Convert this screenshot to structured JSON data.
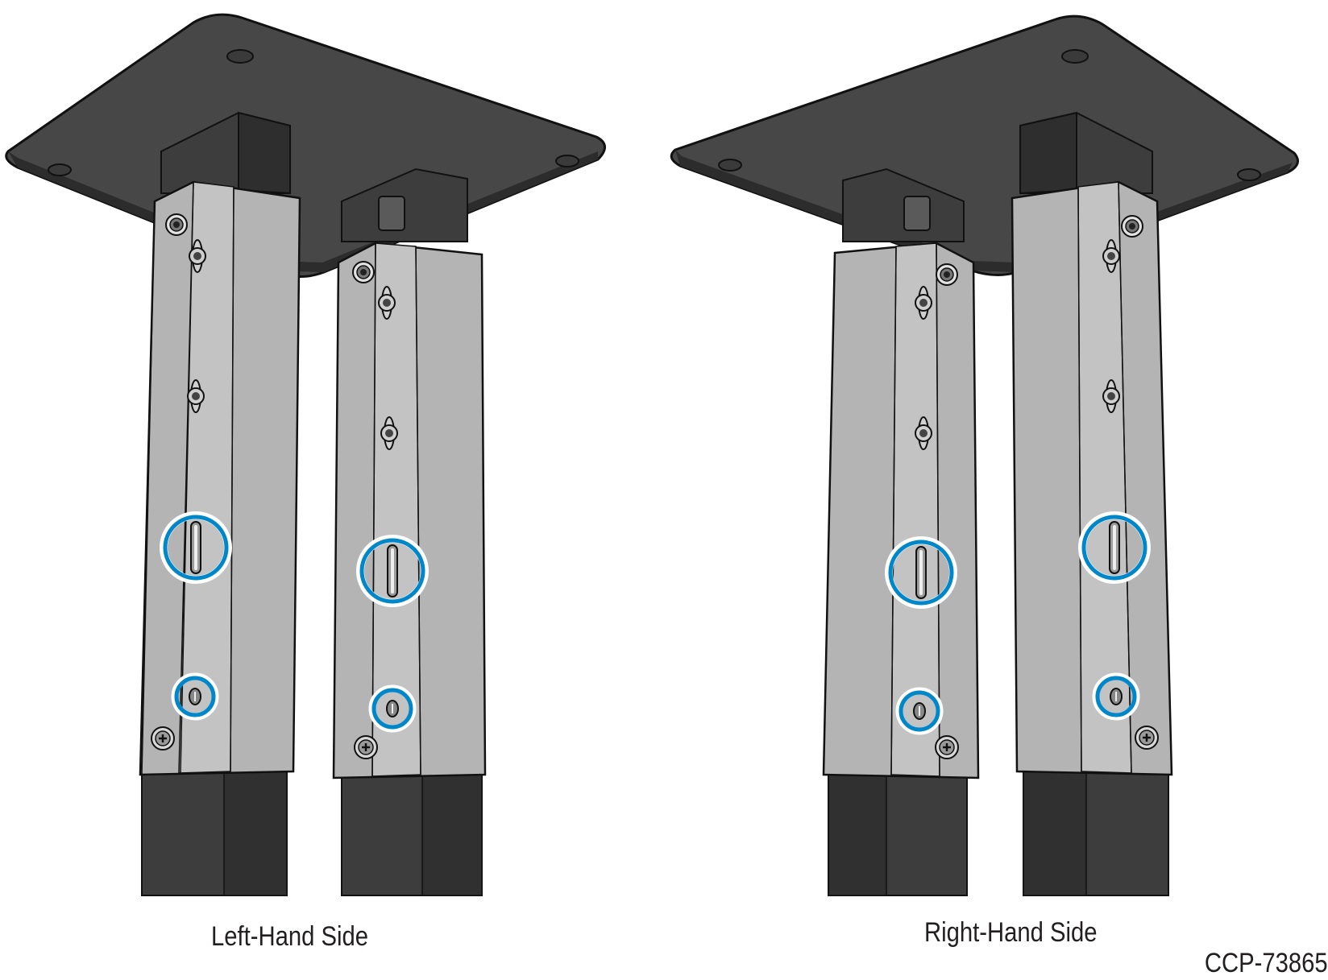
{
  "labels": {
    "left_side": "Left-Hand Side",
    "right_side": "Right-Hand Side",
    "part_code": "CCP-73865"
  },
  "colors": {
    "plate": "#474747",
    "tube_dark": "#3d3d3d",
    "bracket": "#b4b4b4",
    "bracket_face": "#c3c3c3",
    "outline": "#111111",
    "highlight_ring": "#0087c9",
    "text": "#231f20"
  },
  "icons": [
    "phillips-screw-icon",
    "hex-nut-icon",
    "slot-hole-icon",
    "round-hole-icon",
    "highlight-circle-icon"
  ]
}
